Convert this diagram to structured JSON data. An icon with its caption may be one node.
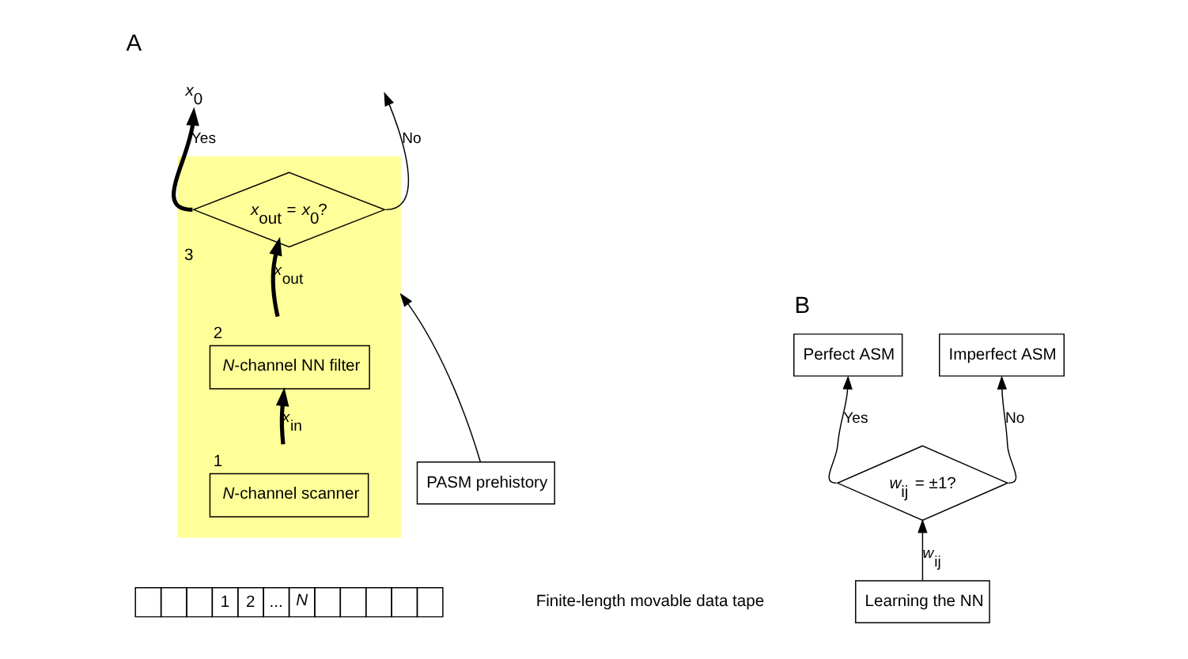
{
  "diagram": {
    "nodes": [
      {
        "text": [],
        "shape": "box"
      },
      {
        "text": [
          "*x*$_{out}$ = *x*$_{0}$?"
        ],
        "in": 0,
        "beside": [
          "3"
        ]
      },
      {
        "text": [
          "*N*-channel NN filter"
        ],
        "in": 0,
        "beside": [
          "2"
        ]
      },
      {
        "text": [
          "*N*-channel scanner"
        ],
        "in": 0,
        "beside": [
          "1"
        ]
      },
      {
        "text": [
          "PASM prehistory"
        ]
      },
      {
        "text": [
          "*x*$_{0}$"
        ]
      },
      {
        "text": [
          "Perfect ASM"
        ]
      },
      {
        "text": [
          "Imperfect ASM"
        ]
      },
      {
        "text": [
          "*w*$_{ij}$ = ±1?"
        ]
      },
      {
        "text": [
          "Learning the NN"
        ]
      }
    ],
    "edges": [
      {
        "from": 3,
        "to": 2,
        "arrow": "to",
        "label": "*x*$_{in}$",
        "style": "thick"
      },
      {
        "from": 2,
        "to": 1,
        "arrow": "to",
        "label": "*x*$_{out}$",
        "style": "thick"
      },
      {
        "from": 1,
        "to": 5,
        "arrow": "to",
        "label": "Yes",
        "style": "thick"
      },
      {
        "from": 1,
        "to": null,
        "arrow": "to",
        "label": "No"
      },
      {
        "from": 4,
        "to": 0,
        "arrow": "to"
      },
      {
        "from": 9,
        "to": 8,
        "arrow": "to",
        "label": "*w*$_{ij}$"
      },
      {
        "from": 8,
        "to": 6,
        "arrow": "to",
        "label": "Yes"
      },
      {
        "from": 8,
        "to": 7,
        "arrow": "to",
        "label": "No"
      }
    ],
    "labels": [
      "A",
      "B",
      "Finite-length movable data tape",
      "1",
      "2",
      "...",
      "*N*"
    ]
  }
}
